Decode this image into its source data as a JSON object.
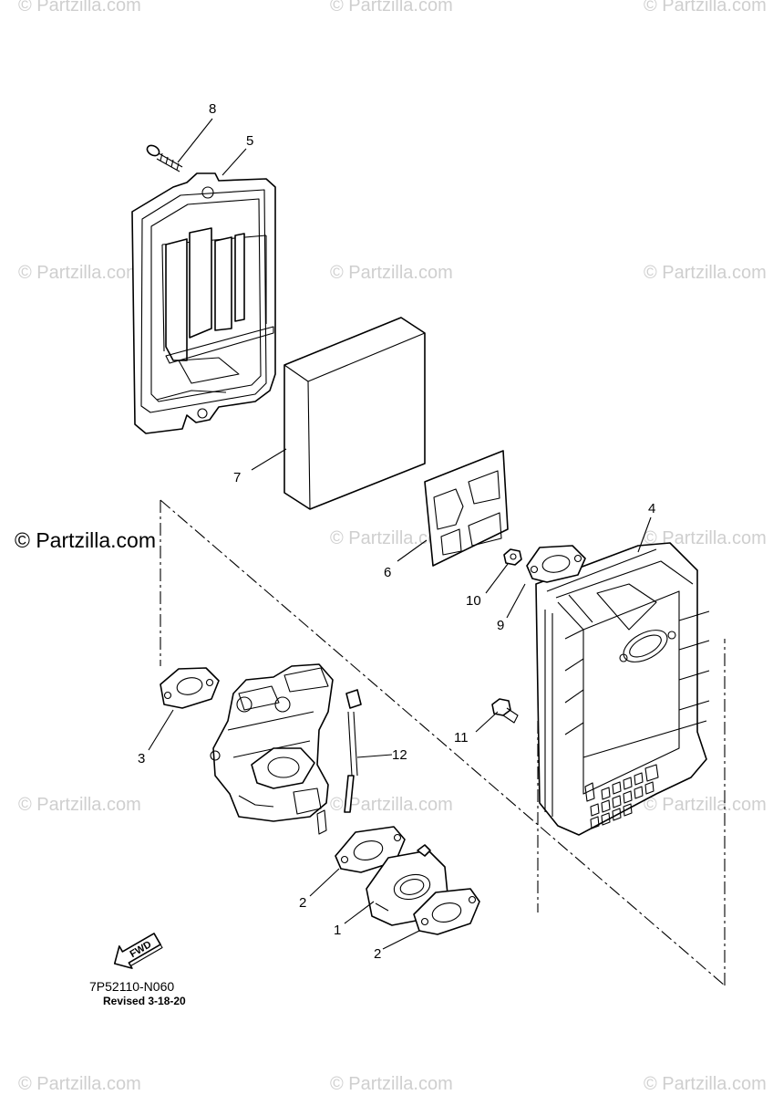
{
  "watermark": {
    "text": "© Partzilla.com",
    "main_text": "© Partzilla.com"
  },
  "callouts": {
    "c1": "1",
    "c2a": "2",
    "c2b": "2",
    "c3": "3",
    "c4": "4",
    "c5": "5",
    "c6": "6",
    "c7": "7",
    "c8": "8",
    "c9": "9",
    "c10": "10",
    "c11": "11",
    "c12": "12"
  },
  "diagram": {
    "code": "7P52110-N060",
    "revised": "Revised 3-18-20",
    "fwd_label": "FWD"
  }
}
